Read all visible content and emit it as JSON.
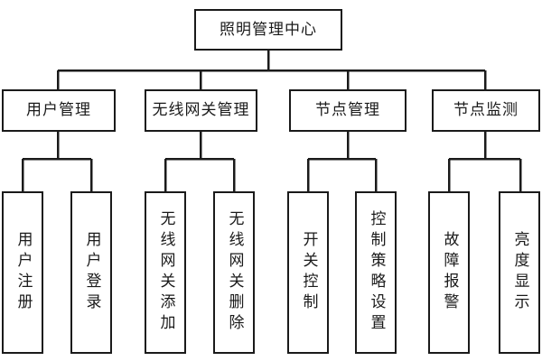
{
  "diagram": {
    "title": "照明管理中心",
    "type": "hierarchy-tree",
    "line_color": "#1a1a1a",
    "background_color": "#ffffff",
    "root": {
      "label": "照明管理中心"
    },
    "level2": [
      {
        "label": "用户管理"
      },
      {
        "label": "无线网关管理"
      },
      {
        "label": "节点管理"
      },
      {
        "label": "节点监测"
      }
    ],
    "level3": [
      {
        "label": "用户注册"
      },
      {
        "label": "用户登录"
      },
      {
        "label": "无线网关添加"
      },
      {
        "label": "无线网关删除"
      },
      {
        "label": "开关控制"
      },
      {
        "label": "控制策略设置"
      },
      {
        "label": "故障报警"
      },
      {
        "label": "亮度显示"
      }
    ]
  }
}
